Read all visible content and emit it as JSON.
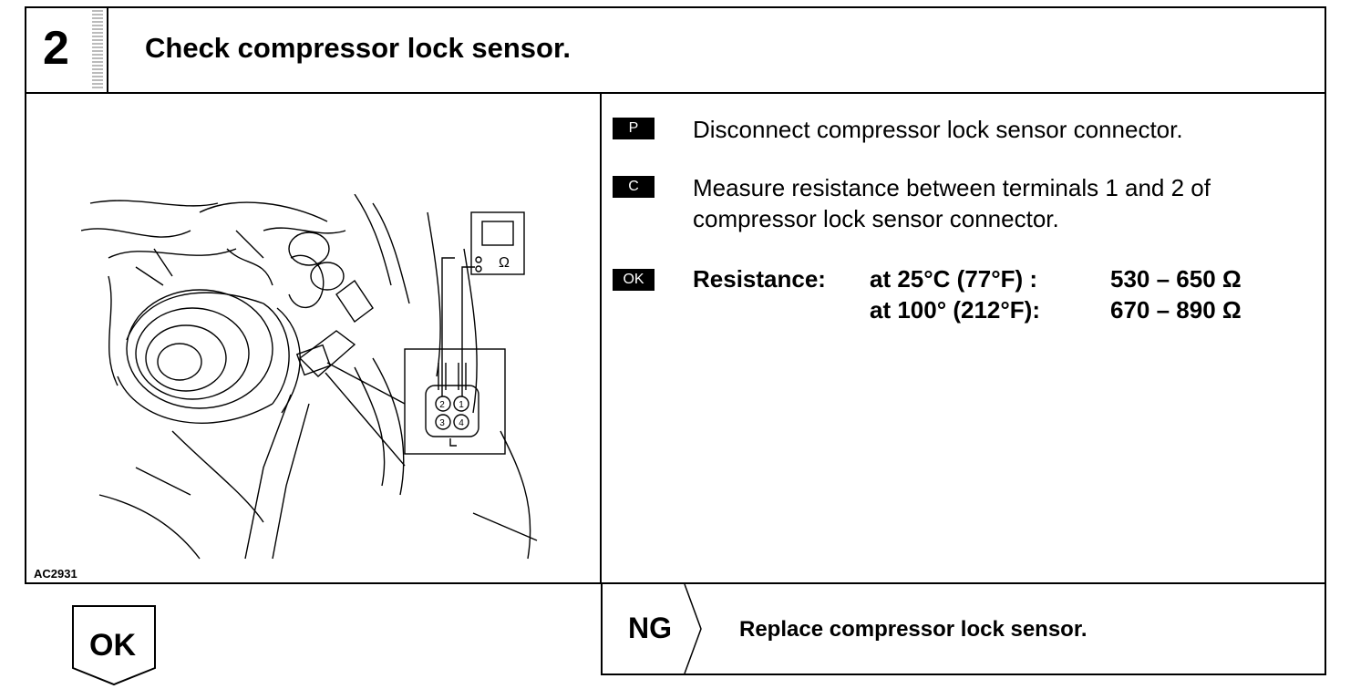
{
  "header": {
    "step_number": "2",
    "title": "Check compressor lock sensor."
  },
  "figure": {
    "code": "AC2931",
    "meter_symbol": "Ω",
    "terminal_labels": [
      "2",
      "1",
      "3",
      "4"
    ]
  },
  "instructions": [
    {
      "badge": "P",
      "text": "Disconnect compressor lock sensor connector."
    },
    {
      "badge": "C",
      "text": "Measure resistance between terminals 1 and 2 of compressor lock sensor connector."
    }
  ],
  "ok_spec": {
    "badge": "OK",
    "label": "Resistance:",
    "rows": [
      {
        "condition": "at 25°C (77°F)  :",
        "value": "530 – 650 Ω"
      },
      {
        "condition": "at 100° (212°F):",
        "value": "670 – 890 Ω"
      }
    ]
  },
  "ok_tab": {
    "label": "OK"
  },
  "ng": {
    "label": "NG",
    "text": "Replace compressor lock sensor."
  }
}
